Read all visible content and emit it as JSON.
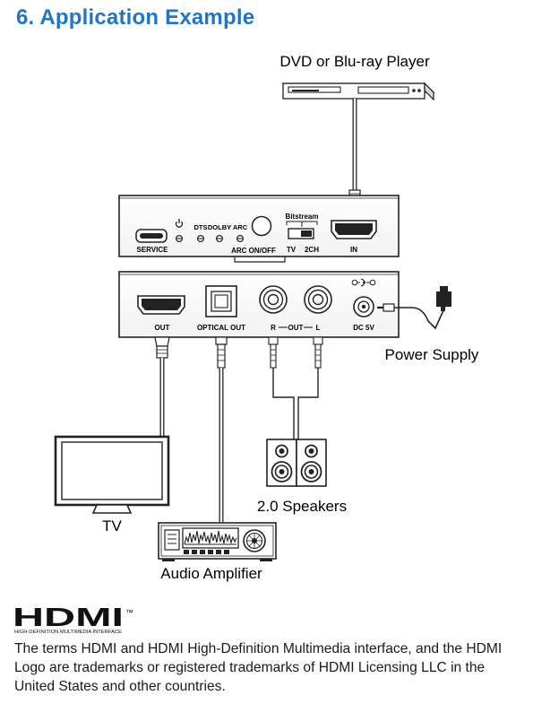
{
  "heading": "6. Application Example",
  "devices": {
    "source": "DVD or Blu-ray Player",
    "power": "Power Supply",
    "tv": "TV",
    "speakers": "2.0 Speakers",
    "amplifier": "Audio Amplifier"
  },
  "front_panel": {
    "service": "SERVICE",
    "power_icon": "power-icon",
    "leds": [
      "DTS",
      "DOLBY",
      "ARC"
    ],
    "arc_button": "ARC ON/OFF",
    "switch_title": "Bitstream",
    "switch_left": "TV",
    "switch_right": "2CH",
    "hdmi_in": "IN"
  },
  "rear_panel": {
    "hdmi_out": "OUT",
    "optical": "OPTICAL OUT",
    "analog_r": "R",
    "analog_out": "OUT",
    "analog_l": "L",
    "dc": "DC 5V"
  },
  "logo": {
    "wordmark": "HDMI",
    "trademark": "™",
    "tagline": "HIGH-DEFINITION MULTIMEDIA INTERFACE"
  },
  "trademark_notice": "The terms HDMI and HDMI High-Definition Multimedia interface, and the HDMI Logo are trademarks or registered trademarks of HDMI Licensing LLC in the United States and other countries."
}
